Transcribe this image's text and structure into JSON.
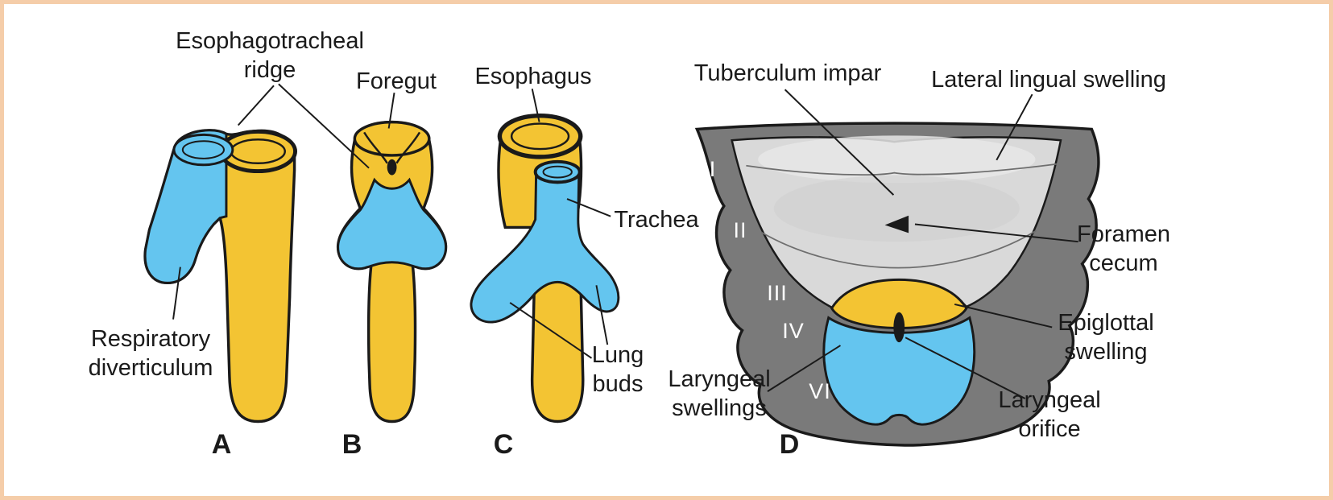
{
  "colors": {
    "yellow": "#F3C433",
    "blue": "#64C5EF",
    "dark_gray": "#7A7A7A",
    "light_gray": "#D9D9D9",
    "outline": "#1A1A1A",
    "frame": "#F5CDA9"
  },
  "labels": {
    "esophagotracheal_ridge": [
      "Esophagotracheal",
      "ridge"
    ],
    "foregut": "Foregut",
    "esophagus": "Esophagus",
    "trachea": "Trachea",
    "lung_buds": [
      "Lung",
      "buds"
    ],
    "respiratory_diverticulum": [
      "Respiratory",
      "diverticulum"
    ],
    "tuberculum_impar": "Tuberculum impar",
    "lateral_lingual_swelling": "Lateral lingual swelling",
    "foramen_cecum": [
      "Foramen",
      "cecum"
    ],
    "epiglottal_swelling": [
      "Epiglottal",
      "swelling"
    ],
    "laryngeal_orifice": [
      "Laryngeal",
      "orifice"
    ],
    "laryngeal_swellings": [
      "Laryngeal",
      "swellings"
    ]
  },
  "panel_letters": {
    "a": "A",
    "b": "B",
    "c": "C",
    "d": "D"
  },
  "pharyngeal_arch_numerals": [
    "I",
    "II",
    "III",
    "IV",
    "VI"
  ]
}
